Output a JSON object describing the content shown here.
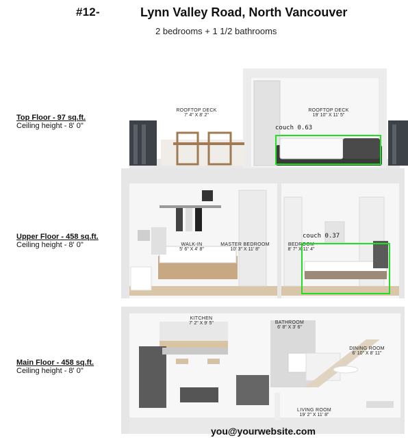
{
  "header": {
    "unit": "#12-",
    "address": "Lynn Valley Road, North Vancouver",
    "subtitle": "2 bedrooms + 1 1/2 bathrooms"
  },
  "floors": [
    {
      "title": "Top Floor - 97 sq.ft.",
      "ceiling": "Ceiling height - 8' 0\""
    },
    {
      "title": "Upper Floor - 458 sq.ft.",
      "ceiling": "Ceiling height - 8' 0\""
    },
    {
      "title": "Main Floor - 458 sq.ft.",
      "ceiling": "Ceiling height - 8' 0\""
    }
  ],
  "rooms": {
    "rooftop_deck_left": {
      "name": "ROOFTOP DECK",
      "dim": "7' 4\" X 8' 2\""
    },
    "rooftop_deck_right": {
      "name": "ROOFTOP DECK",
      "dim": "19' 10\" X 11' 5\""
    },
    "walk_in": {
      "name": "WALK-IN",
      "dim": "5' 6\" X 4' 8\""
    },
    "master_bedroom": {
      "name": "MASTER BEDROOM",
      "dim": "10' 3\" X 11' 8\""
    },
    "bedroom": {
      "name": "BEDROOM",
      "dim": "8' 7\" X 11' 4\""
    },
    "kitchen": {
      "name": "KITCHEN",
      "dim": "7' 2\" X 9' 5\""
    },
    "bathroom": {
      "name": "BATHROOM",
      "dim": "6' 8\" X 3' 6\""
    },
    "dining_room": {
      "name": "DINING ROOM",
      "dim": "6' 10\" X 8' 11\""
    },
    "living_room": {
      "name": "LIVING ROOM",
      "dim": "19' 2\" X 11' 8\""
    }
  },
  "detections": [
    {
      "label": "couch 0.63"
    },
    {
      "label": "couch 0.37"
    }
  ],
  "footer": {
    "website": "you@yourwebsite.com"
  },
  "colors": {
    "detection": "#22dd22",
    "wall": "#f2f2f2",
    "floor_wood": "#d9c6a8"
  }
}
